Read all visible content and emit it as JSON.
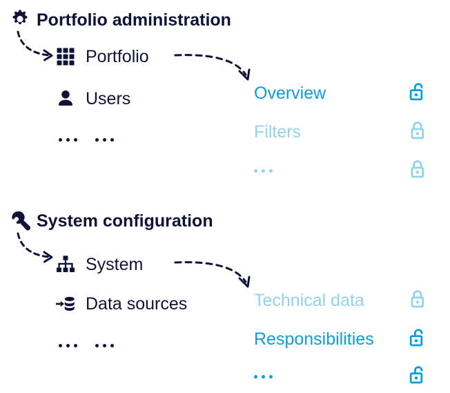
{
  "palette": {
    "dark_navy": "#101338",
    "accent_blue": "#0b9fd8",
    "muted_blue": "#92d3ec",
    "background": "#ffffff"
  },
  "sections": [
    {
      "title": "Portfolio administration",
      "title_icon": "gear-icon",
      "menu_items": [
        {
          "label": "Portfolio",
          "icon": "grid-icon"
        },
        {
          "label": "Users",
          "icon": "user-icon"
        }
      ],
      "menu_more": "...",
      "menu_more_secondary": "...",
      "tabs": [
        {
          "label": "Overview",
          "state": "unlocked",
          "lock_icon": "unlock-icon",
          "active": true
        },
        {
          "label": "Filters",
          "state": "locked",
          "lock_icon": "lock-icon",
          "active": false
        },
        {
          "label": "...",
          "state": "locked",
          "lock_icon": "lock-icon",
          "active": false
        }
      ]
    },
    {
      "title": "System configuration",
      "title_icon": "wrench-icon",
      "menu_items": [
        {
          "label": "System",
          "icon": "sitemap-icon"
        },
        {
          "label": "Data sources",
          "icon": "database-import-icon"
        }
      ],
      "menu_more": "...",
      "menu_more_secondary": "...",
      "tabs": [
        {
          "label": "Technical data",
          "state": "locked",
          "lock_icon": "lock-icon",
          "active": false
        },
        {
          "label": "Responsibilities",
          "state": "unlocked",
          "lock_icon": "unlock-icon",
          "active": true
        },
        {
          "label": "...",
          "state": "unlocked",
          "lock_icon": "unlock-icon",
          "active": true
        }
      ]
    }
  ]
}
